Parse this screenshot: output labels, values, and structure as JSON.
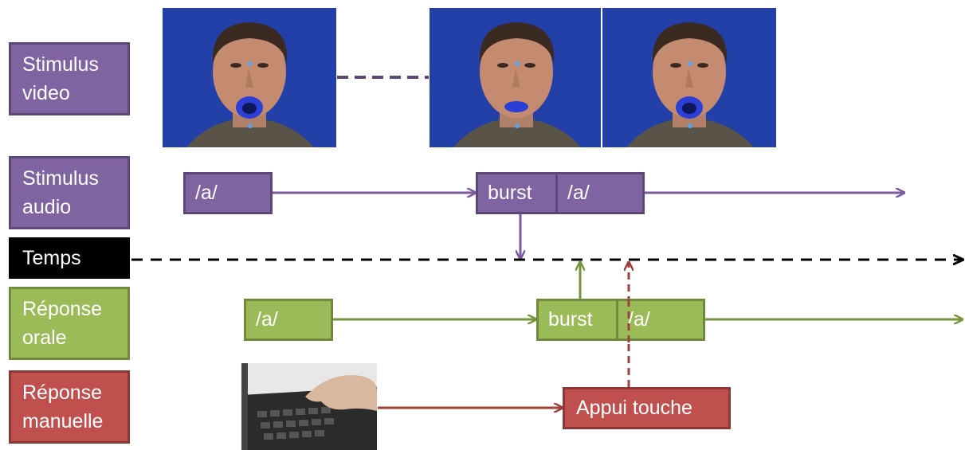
{
  "rows": {
    "stimulus_video": "Stimulus video",
    "stimulus_audio": "Stimulus audio",
    "temps": "Temps",
    "reponse_orale": "Réponse orale",
    "reponse_manuelle": "Réponse manuelle"
  },
  "audio": {
    "seg1": "/a/",
    "seg2": "burst",
    "seg3": "/a/"
  },
  "orale": {
    "seg1": "/a/",
    "seg2": "burst",
    "seg3": "/a/"
  },
  "manuelle": {
    "event": "Appui touche"
  },
  "colors": {
    "purple": "#8064a2",
    "green": "#9bbb59",
    "red": "#c0504d",
    "black": "#000000",
    "photo_background": "#1f3fa3"
  }
}
